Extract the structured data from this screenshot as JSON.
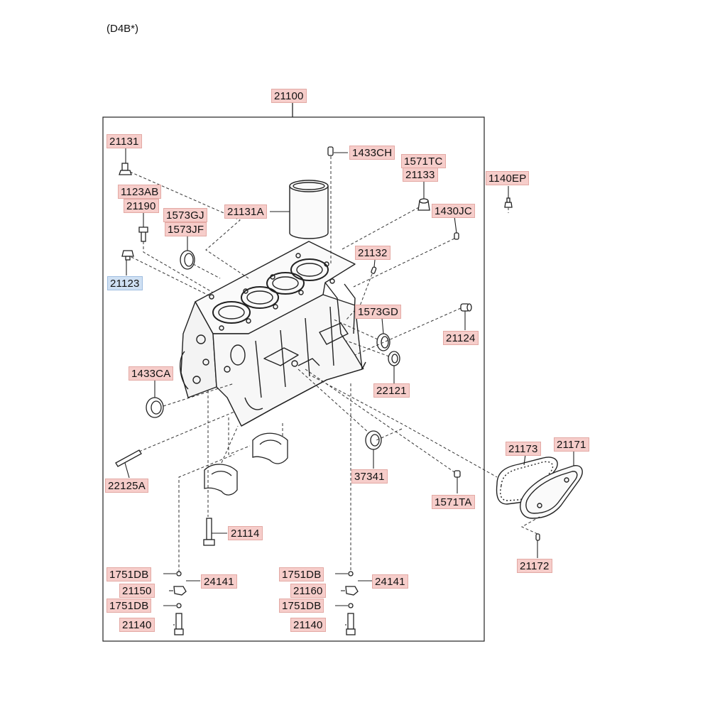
{
  "engine_code": "(D4B*)",
  "parts": {
    "p21100": "21100",
    "p21131": "21131",
    "p1433CH": "1433CH",
    "p1571TC": "1571TC",
    "p21133": "21133",
    "p1140EP": "1140EP",
    "p1123AB": "1123AB",
    "p21190": "21190",
    "p1573GJ": "1573GJ",
    "p1573JF": "1573JF",
    "p21131A": "21131A",
    "p1430JC": "1430JC",
    "p21132": "21132",
    "p21123": "21123",
    "p1573GD": "1573GD",
    "p21124": "21124",
    "p1433CA": "1433CA",
    "p22121": "22121",
    "p37341": "37341",
    "p22125A": "22125A",
    "p1571TA": "1571TA",
    "p21173": "21173",
    "p21171": "21171",
    "p21114": "21114",
    "p21172": "21172",
    "p1751DB_l1": "1751DB",
    "p24141_l": "24141",
    "p21150": "21150",
    "p1751DB_l2": "1751DB",
    "p21140_l": "21140",
    "p1751DB_r1": "1751DB",
    "p24141_r": "24141",
    "p21160": "21160",
    "p1751DB_r2": "1751DB",
    "p21140_r": "21140"
  },
  "colors": {
    "label_bg": "#f6cdca",
    "label_highlight_bg": "#cfe0f3",
    "line": "#222222"
  }
}
